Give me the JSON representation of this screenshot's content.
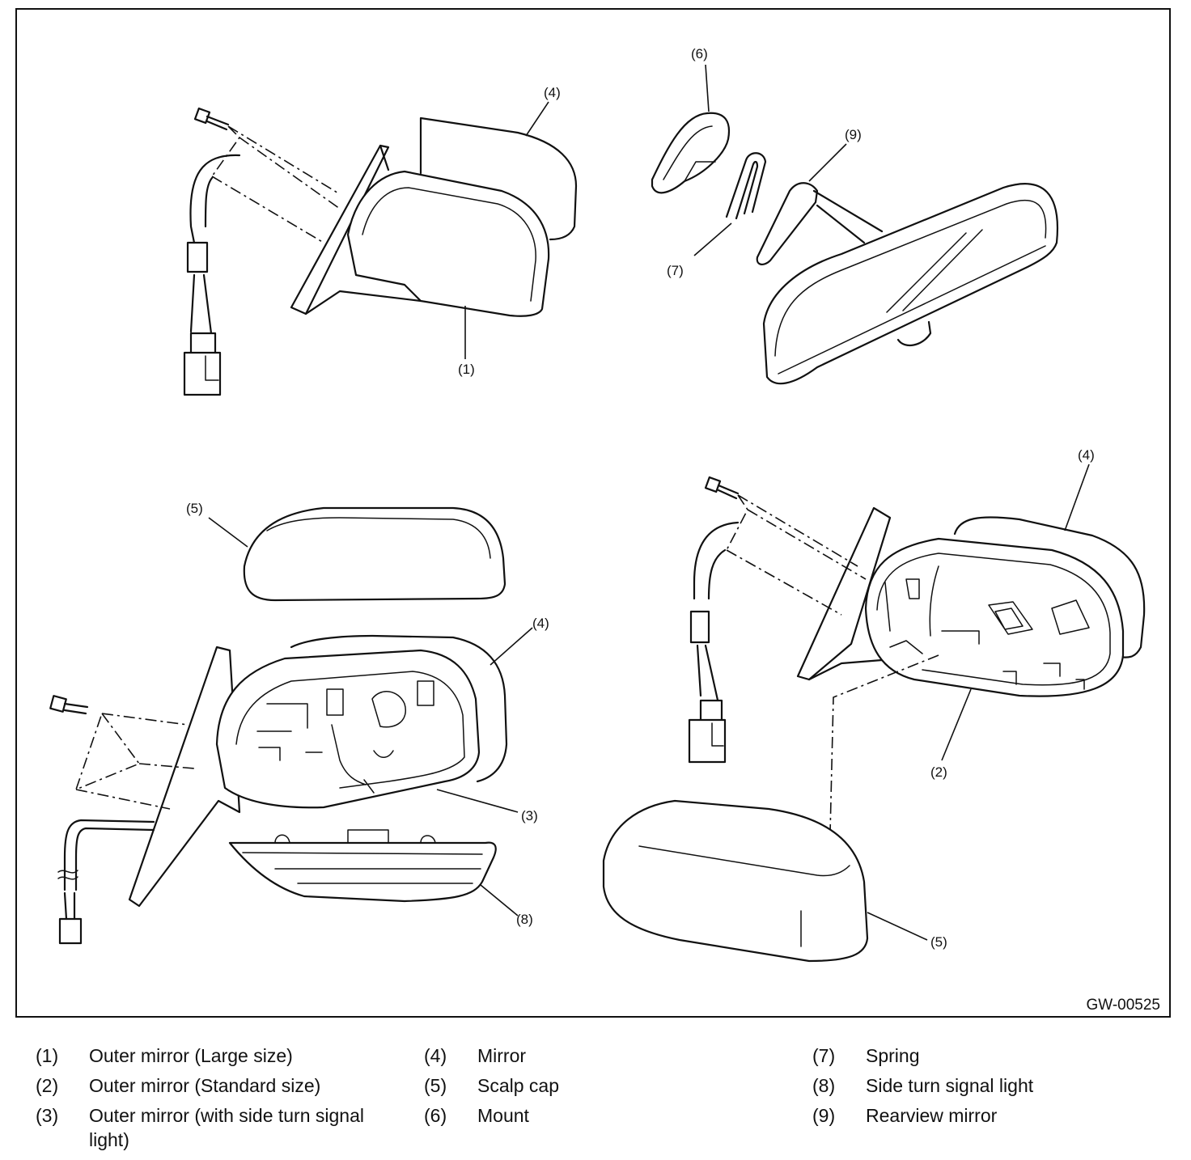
{
  "figure": {
    "figure_id": "GW-00525",
    "callouts": {
      "c1": "(1)",
      "c2": "(2)",
      "c3": "(3)",
      "c4": "(4)",
      "c5": "(5)",
      "c6": "(6)",
      "c7": "(7)",
      "c8": "(8)",
      "c9": "(9)"
    }
  },
  "legend": {
    "items": [
      {
        "num": "(1)",
        "text": "Outer mirror (Large size)"
      },
      {
        "num": "(2)",
        "text": "Outer mirror (Standard size)"
      },
      {
        "num": "(3)",
        "text": "Outer mirror (with side turn signal light)"
      },
      {
        "num": "(4)",
        "text": "Mirror"
      },
      {
        "num": "(5)",
        "text": "Scalp cap"
      },
      {
        "num": "(6)",
        "text": "Mount"
      },
      {
        "num": "(7)",
        "text": "Spring"
      },
      {
        "num": "(8)",
        "text": "Side turn signal light"
      },
      {
        "num": "(9)",
        "text": "Rearview mirror"
      }
    ]
  }
}
